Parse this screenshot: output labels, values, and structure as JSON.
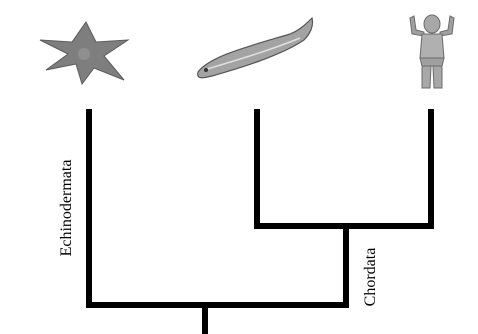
{
  "diagram": {
    "type": "cladogram",
    "taxa": [
      {
        "id": "starfish",
        "icon": "starfish-icon",
        "color": "#7e7e7e"
      },
      {
        "id": "lancelet",
        "icon": "fish-icon",
        "color": "#8a8a8a"
      },
      {
        "id": "human",
        "icon": "human-figure-icon",
        "color": "#9a9a9a"
      }
    ],
    "labels": {
      "echinodermata": "Echinodermata",
      "chordata": "Chordata"
    },
    "colors": {
      "line": "#000000",
      "background": "#ffffff"
    }
  }
}
